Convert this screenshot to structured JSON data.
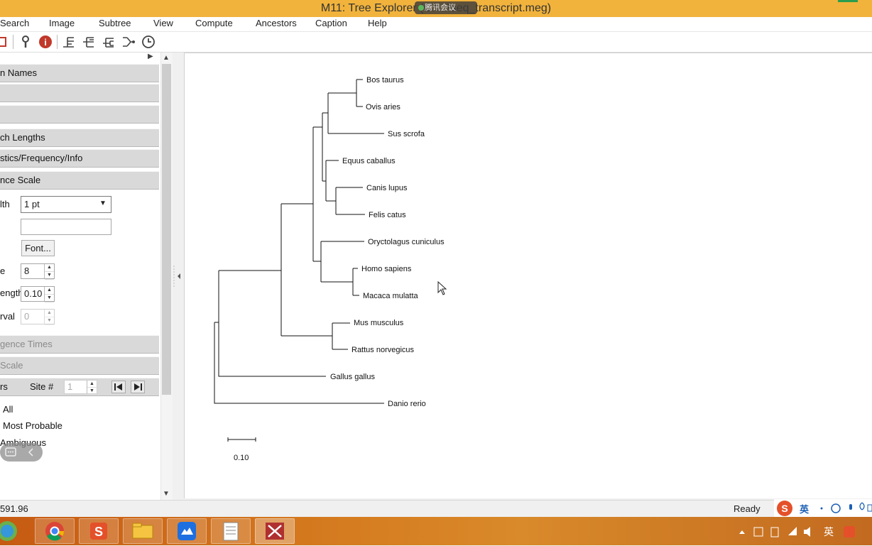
{
  "window": {
    "title": "M11: Tree Explorer (C:\\...\\seq_transcript.meg)",
    "overlay_badge": "腾讯会议"
  },
  "menu": [
    "Search",
    "Image",
    "Subtree",
    "View",
    "Compute",
    "Ancestors",
    "Caption",
    "Help"
  ],
  "toolbar_icons": [
    "frame-icon",
    "wrench-icon",
    "info-icon",
    "tree-layout-1-icon",
    "tree-layout-2-icon",
    "tree-layout-3-icon",
    "tree-layout-4-icon",
    "clock-icon"
  ],
  "sidebar": {
    "sections": {
      "taxon_names": "n Names",
      "blank1": "",
      "blank2": "",
      "branch_lengths": "ch Lengths",
      "statistics": "stics/Frequency/Info",
      "distance_scale": "nce Scale",
      "divergence_times": "gence Times",
      "time_scale": "Scale"
    },
    "line_width": {
      "label": "lth",
      "value": "1 pt"
    },
    "caption_value": "",
    "font_button": "Font...",
    "font_size": {
      "label": "e",
      "value": "8"
    },
    "scale_length": {
      "label": "ength",
      "value": "0.10"
    },
    "tick_interval": {
      "label": "rval",
      "value": "0"
    },
    "ancestors": {
      "label": "rs",
      "site_label": "Site #",
      "site_value": "1"
    },
    "options": [
      "All",
      "Most Probable",
      "Ambiguous"
    ]
  },
  "tree": {
    "taxa": [
      "Bos taurus",
      "Ovis aries",
      "Sus scrofa",
      "Equus caballus",
      "Canis lupus",
      "Felis catus",
      "Oryctolagus cuniculus",
      "Homo sapiens",
      "Macaca mulatta",
      "Mus musculus",
      "Rattus norvegicus",
      "Gallus gallus",
      "Danio rerio"
    ],
    "scale_label": "0.10"
  },
  "status": {
    "left": "591.96",
    "right": "Ready"
  },
  "ime": {
    "lang": "英"
  },
  "taskbar": {
    "apps": [
      "start-orb-icon",
      "chrome-icon",
      "sogou-icon",
      "file-explorer-icon",
      "meeting-icon",
      "notepad-icon",
      "mega-icon"
    ],
    "tray_lang": "英"
  }
}
